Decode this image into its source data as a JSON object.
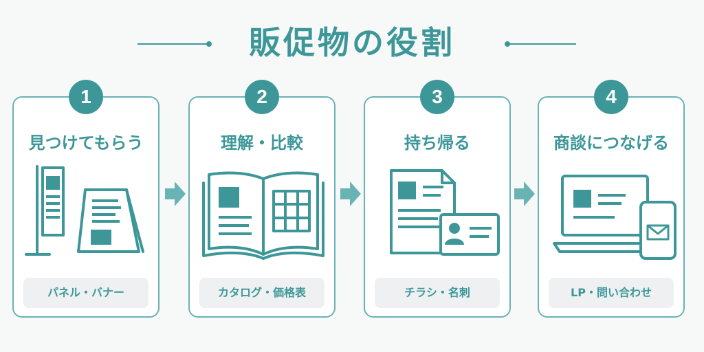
{
  "title": "販促物の役割",
  "colors": {
    "accent": "#3d9799",
    "border": "#6ab3b5",
    "pill_bg": "#eef0f1",
    "background": "#f7f8f8"
  },
  "steps": [
    {
      "number": "1",
      "title": "見つけてもらう",
      "label": "パネル・バナー",
      "icon": "banner-and-panel-icon"
    },
    {
      "number": "2",
      "title": "理解・比較",
      "label": "カタログ・価格表",
      "icon": "open-catalog-icon"
    },
    {
      "number": "3",
      "title": "持ち帰る",
      "label": "チラシ・名刺",
      "icon": "flyer-and-business-card-icon"
    },
    {
      "number": "4",
      "title": "商談につなげる",
      "label": "LP・問い合わせ",
      "icon": "laptop-and-phone-icon"
    }
  ]
}
